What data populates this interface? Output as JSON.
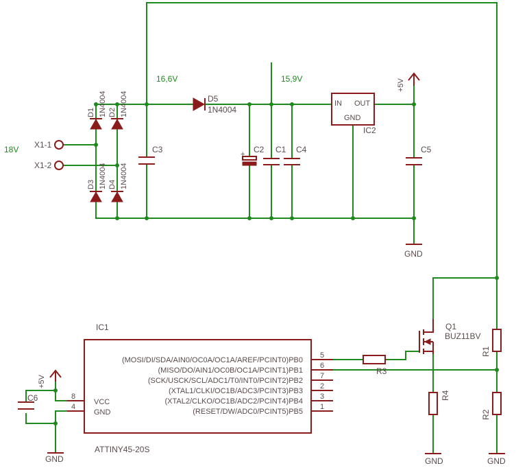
{
  "net_labels": {
    "v18": "18V",
    "v16_6": "16,6V",
    "v15_9": "15,9V"
  },
  "supply": {
    "p5v": "+5V",
    "gnd": "GND"
  },
  "connectors": {
    "x1_1": "X1-1",
    "x1_2": "X1-2"
  },
  "diodes": {
    "d1": "D1",
    "d2": "D2",
    "d3": "D3",
    "d4": "D4",
    "d5": "D5",
    "part": "1N4004"
  },
  "caps": {
    "c1": "C1",
    "c2": "C2",
    "c3": "C3",
    "c4": "C4",
    "c5": "C5",
    "c6": "C6"
  },
  "regulator": {
    "name": "IC2",
    "in": "IN",
    "out": "OUT",
    "gnd": "GND"
  },
  "mcu": {
    "name": "IC1",
    "part": "ATTINY45-20S",
    "vcc": "VCC",
    "gnd_pin": "GND",
    "vcc_num": "8",
    "gnd_num": "4",
    "pins": [
      {
        "label": "(MOSI/DI/SDA/AIN0/OC0A/OC1A/AREF/PCINT0)PB0",
        "num": "5"
      },
      {
        "label": "(MISO/DO/AIN1/OC0B/OC1A/PCINT1)PB1",
        "num": "6"
      },
      {
        "label": "(SCK/USCK/SCL/ADC1/T0/INT0/PCINT2)PB2",
        "num": "7"
      },
      {
        "label": "(XTAL1/CLKI/OC1B/ADC3/PCINT3)PB3",
        "num": "2"
      },
      {
        "label": "(XTAL2/CLKO/OC1B/ADC2/PCINT4)PB4",
        "num": "3"
      },
      {
        "label": "(RESET/DW/ADC0/PCINT5)PB5",
        "num": "1"
      }
    ]
  },
  "transistor": {
    "name": "Q1",
    "part": "BUZ11BV"
  },
  "resistors": {
    "r1": "R1",
    "r2": "R2",
    "r3": "R3",
    "r4": "R4"
  }
}
